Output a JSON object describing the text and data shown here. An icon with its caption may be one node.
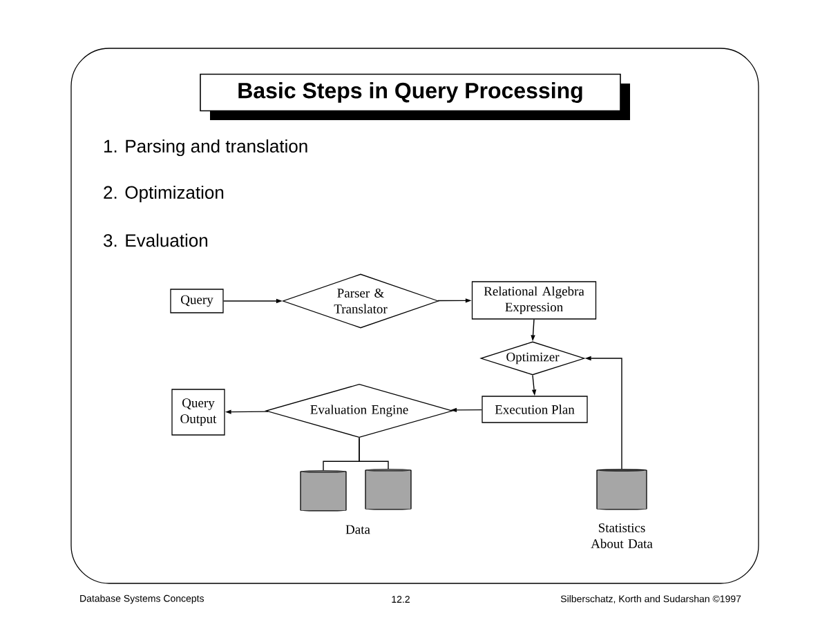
{
  "diagram": {
    "title": "Basic Steps in Query Processing",
    "nodes": [
      {
        "text": [
          "Query"
        ]
      },
      {
        "text": [
          "Parser & Translator"
        ]
      },
      {
        "text": [
          "Relational Algebra Expression"
        ]
      },
      {
        "text": [
          "Optimizer"
        ]
      },
      {
        "text": [
          "Execution Plan"
        ]
      },
      {
        "text": [
          "Evaluation Engine"
        ]
      },
      {
        "text": [
          "Query Output"
        ]
      },
      {
        "text": [],
        "shape": "cylinder"
      },
      {
        "text": [],
        "shape": "cylinder"
      },
      {
        "text": [],
        "shape": "cylinder",
        "beside": [
          "Statistics About Data"
        ]
      }
    ],
    "edges": [
      {
        "from": 0,
        "to": 1,
        "arrow": "to"
      },
      {
        "from": 1,
        "to": 2,
        "arrow": "to"
      },
      {
        "from": 2,
        "to": 3,
        "arrow": "to"
      },
      {
        "from": 3,
        "to": 4,
        "arrow": "to"
      },
      {
        "from": 4,
        "to": 5,
        "arrow": "to"
      },
      {
        "from": 5,
        "to": 6,
        "arrow": "to"
      },
      {
        "from": 5,
        "to": 7,
        "arrow": "none"
      },
      {
        "from": 5,
        "to": 8,
        "arrow": "none"
      },
      {
        "from": 9,
        "to": 3,
        "arrow": "to"
      }
    ],
    "labels": [
      "1. Parsing and translation",
      "2. Optimization",
      "3. Evaluation",
      "Data",
      "Database Systems Concepts",
      "12.2",
      "Silberschatz, Korth and Sudarshan ©1997"
    ]
  }
}
